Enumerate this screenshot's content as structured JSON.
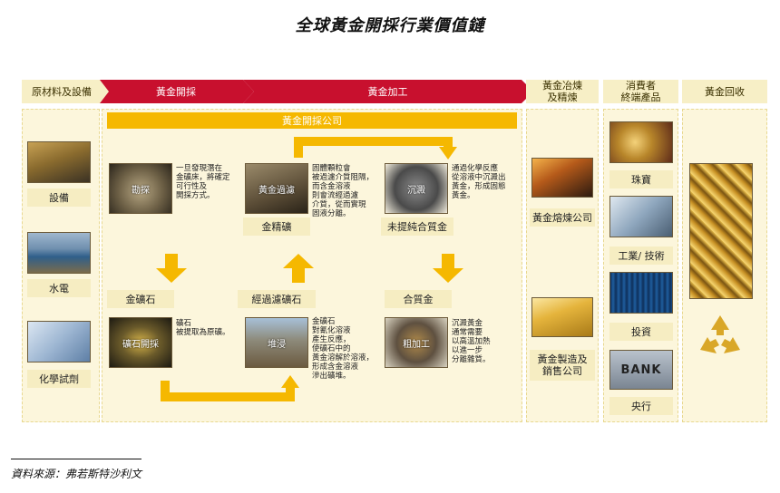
{
  "title": "全球黃金開採行業價值鏈",
  "headers": {
    "raw": "原材料及設備",
    "mining": "黃金開採",
    "processing": "黃金加工",
    "smelting": "黃金冶煉\n及精煉",
    "consumer": "消費者\n終端產品",
    "recycle": "黃金回收"
  },
  "company_bar": "黃金開採公司",
  "raw_items": [
    "設備",
    "水電",
    "化學試劑"
  ],
  "steps": {
    "exploration": {
      "img": "勘探",
      "text": "一旦發現潛在\n金礦床，將確定\n可行性及\n開採方式。"
    },
    "ore": {
      "label": "金礦石"
    },
    "mining": {
      "img": "礦石開採",
      "text": "礦石\n被提取為原礦。"
    },
    "heap": {
      "img": "堆浸",
      "text": "金礦石\n對氰化溶液\n產生反應，\n使礦石中的\n黃金溶解於溶液，\n形成含金溶液\n滲出礦堆。"
    },
    "filtered": {
      "label": "經過濾礦石"
    },
    "filtering": {
      "img": "黃金過濾",
      "text": "固體顆粒會\n被過濾介質阻隔，\n而含金溶液\n則會流經過濾\n介質，從而實現\n固液分離。"
    },
    "concentrate": {
      "label": "金精礦"
    },
    "precip": {
      "img": "沉澱",
      "text": "通過化學反應\n從溶液中沉澱出\n黃金，形成固態\n黃金。"
    },
    "unrefined": {
      "label": "未提純合質金"
    },
    "dore": {
      "label": "合質金"
    },
    "rough": {
      "img": "粗加工",
      "text": "沉澱黃金\n通常需要\n以高溫加熱\n以進一步\n分離雜質。"
    }
  },
  "smelting_items": [
    "黃金熔煉公司",
    "黃金製造及\n銷售公司"
  ],
  "consumer_items": [
    "珠寶",
    "工業/ 技術",
    "投資",
    "央行"
  ],
  "bank_sign": "BANK",
  "source": "資料來源：弗若斯特沙利文",
  "colors": {
    "red": "#c8102e",
    "gold": "#f5b800",
    "cream": "#fcf6dc"
  }
}
